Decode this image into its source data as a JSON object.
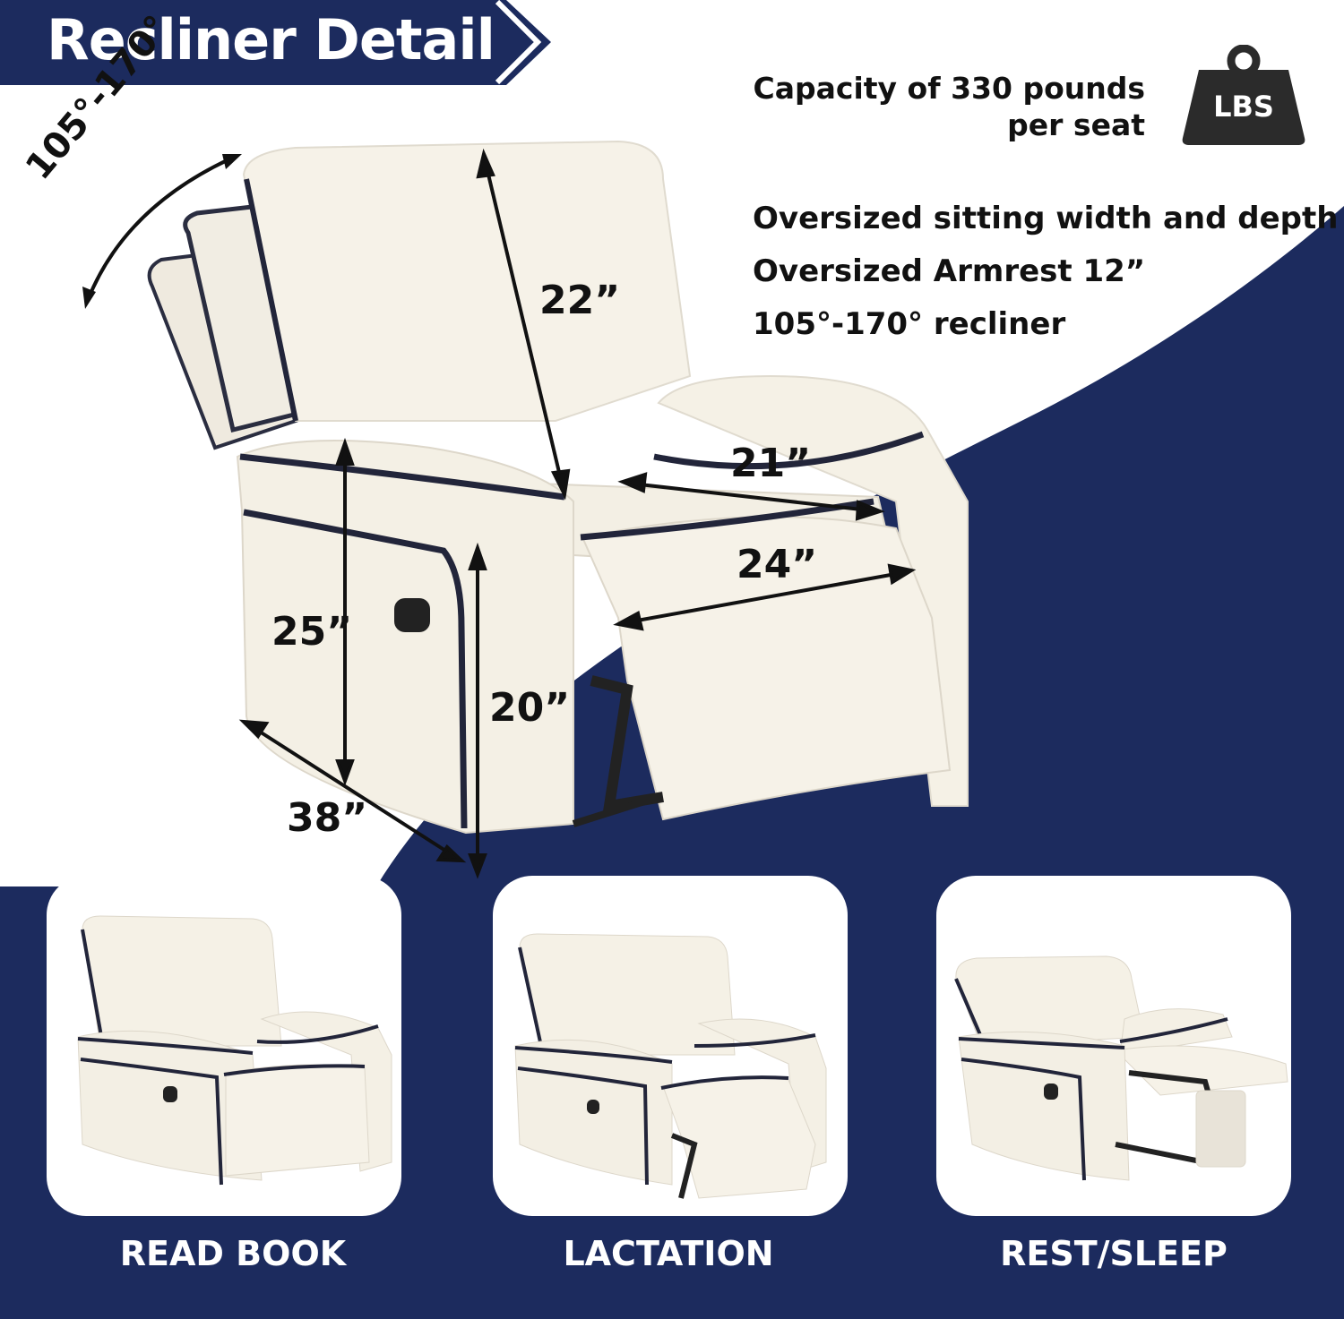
{
  "header": {
    "title": "Recliner Detail"
  },
  "capacity": {
    "line1": "Capacity of 330 pounds",
    "line2": "per seat",
    "icon": "weight-icon",
    "icon_label": "LBS"
  },
  "features": [
    "Oversized sitting width and depth",
    "Oversized Armrest 12”",
    "105°-170° recliner"
  ],
  "angle": "105°-170°",
  "dimensions": {
    "back_height": "22”",
    "seat_depth": "21”",
    "seat_width": "24”",
    "overall_height": "25”",
    "seat_height": "20”",
    "depth": "38”"
  },
  "modes": [
    {
      "label": "READ BOOK"
    },
    {
      "label": "LACTATION"
    },
    {
      "label": "REST/SLEEP"
    }
  ],
  "colors": {
    "navy": "#1c2b5e",
    "chair": "#f5f1e6",
    "piping": "#22253a"
  }
}
